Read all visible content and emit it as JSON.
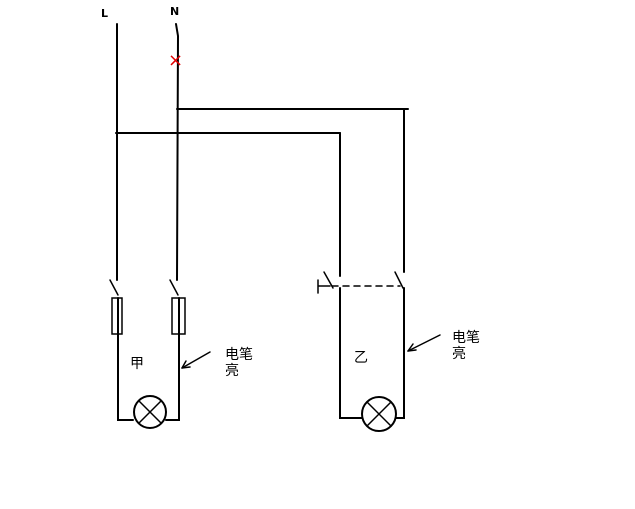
{
  "labels": {
    "live": "L",
    "neutral": "N",
    "break_mark": "×",
    "circuit_a": "甲",
    "circuit_b": "乙",
    "pen_a_line1": "电笔",
    "pen_a_line2": "亮",
    "pen_b_line1": "电笔",
    "pen_b_line2": "亮"
  },
  "colors": {
    "wire": "#000000",
    "break_mark": "#e00000",
    "background": "#ffffff"
  }
}
